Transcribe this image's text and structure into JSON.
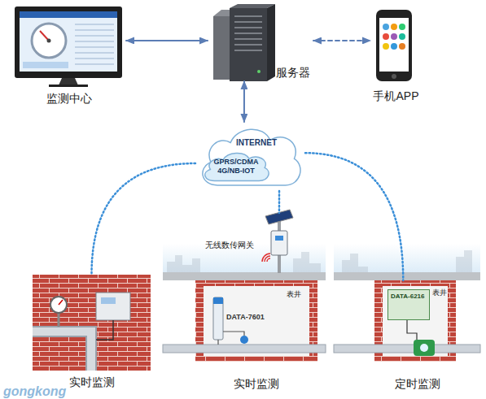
{
  "diagram": {
    "nodes": [
      {
        "text": [
          "监测中心"
        ]
      },
      {
        "text": [
          "服务器"
        ]
      },
      {
        "text": [
          "手机APP"
        ]
      },
      {
        "text": [
          "INTERNET"
        ]
      },
      {
        "text": [
          "GPRS/CDMA 4G/NB-IOT"
        ],
        "in": 3
      },
      {
        "text": [
          "实时监测"
        ]
      },
      {
        "text": [
          "无线数传网关"
        ]
      },
      {
        "text": [
          "表井",
          "实时监测"
        ]
      },
      {
        "text": [
          "DATA-7601"
        ],
        "in": 7
      },
      {
        "text": [
          "表井",
          "定时监测"
        ]
      },
      {
        "text": [
          "DATA-6216"
        ],
        "in": 9
      }
    ],
    "edges": [
      {
        "from": 0,
        "to": 1,
        "arrow": "both"
      },
      {
        "from": 1,
        "to": 2,
        "arrow": "both"
      },
      {
        "from": 1,
        "to": 3,
        "arrow": "both"
      },
      {
        "from": 3,
        "to": 5,
        "arrow": "none"
      },
      {
        "from": 3,
        "to": 6,
        "arrow": "none"
      },
      {
        "from": 3,
        "to": 9,
        "arrow": "none"
      }
    ],
    "labels": [
      "gongkong"
    ]
  }
}
